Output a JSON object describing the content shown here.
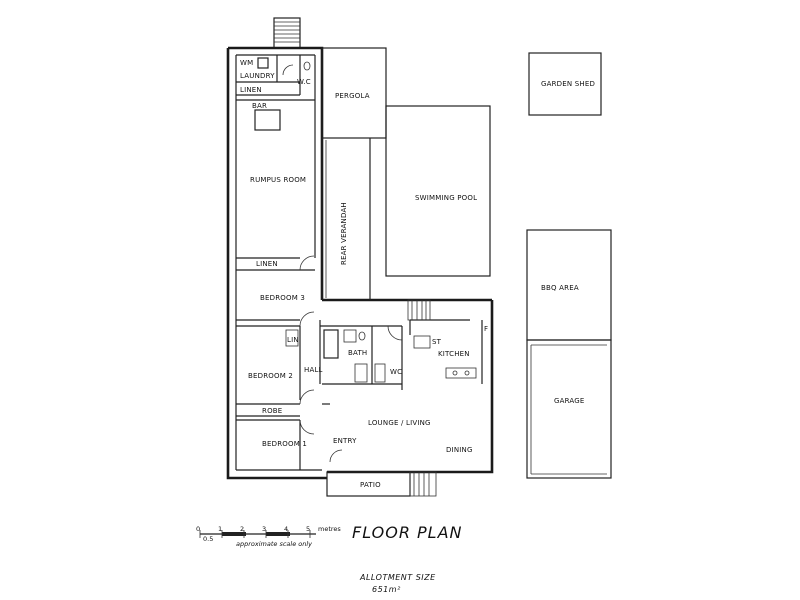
{
  "rooms": {
    "wm": "WM",
    "laundry": "LAUNDRY",
    "wc": "W.C",
    "linen_top": "LINEN",
    "bar": "BAR",
    "pergola": "PERGOLA",
    "rumpus": "RUMPUS ROOM",
    "rear_verandah": "REAR VERANDAH",
    "swimming_pool": "SWIMMING POOL",
    "garden_shed": "GARDEN SHED",
    "linen_mid": "LINEN",
    "bedroom3": "BEDROOM 3",
    "bbq": "BBQ AREA",
    "lin": "LIN",
    "bath": "BATH",
    "wc2": "WC",
    "st": "ST",
    "f": "F",
    "kitchen": "KITCHEN",
    "bedroom2": "BEDROOM 2",
    "hall": "HALL",
    "robe": "ROBE",
    "garage": "GARAGE",
    "lounge": "LOUNGE / LIVING",
    "bedroom1": "BEDROOM 1",
    "entry": "ENTRY",
    "dining": "DINING",
    "patio": "PATIO"
  },
  "scale": {
    "ticks": [
      "0",
      "1",
      "2",
      "3",
      "4",
      "5"
    ],
    "half": "0.5",
    "unit": "metres",
    "note": "approximate scale only"
  },
  "title": "FLOOR PLAN",
  "allotment": {
    "label": "ALLOTMENT SIZE",
    "value": "651m²"
  }
}
